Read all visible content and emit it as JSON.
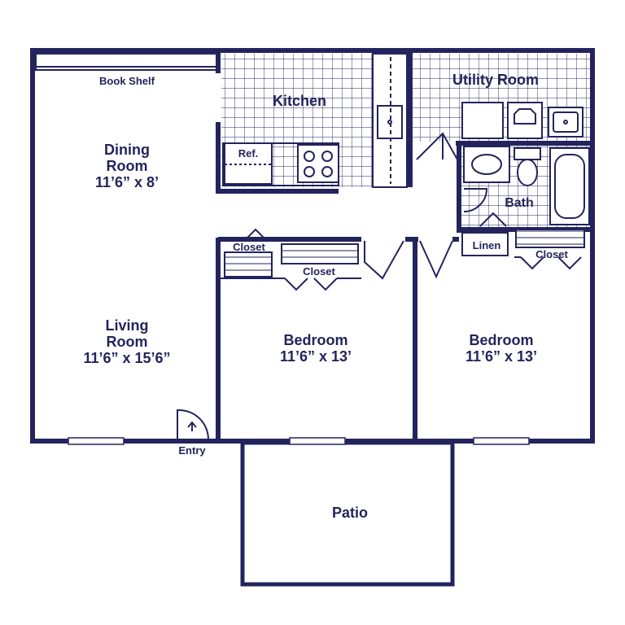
{
  "rooms": {
    "book_shelf": "Book Shelf",
    "dining_name_1": "Dining",
    "dining_name_2": "Room",
    "dining_size": "11’6” x 8’",
    "kitchen": "Kitchen",
    "refrigerator": "Ref.",
    "utility": "Utility Room",
    "bath": "Bath",
    "linen": "Linen",
    "closet_left": "Closet",
    "closet_middle": "Closet",
    "closet_right": "Closet",
    "living_name_1": "Living",
    "living_name_2": "Room",
    "living_size": "11’6” x 15’6”",
    "bedroom1_name": "Bedroom",
    "bedroom1_size": "11’6” x 13’",
    "bedroom2_name": "Bedroom",
    "bedroom2_size": "11’6” x 13’",
    "entry": "Entry",
    "patio": "Patio"
  },
  "colors": {
    "ink": "#23245d",
    "background": "#ffffff"
  }
}
